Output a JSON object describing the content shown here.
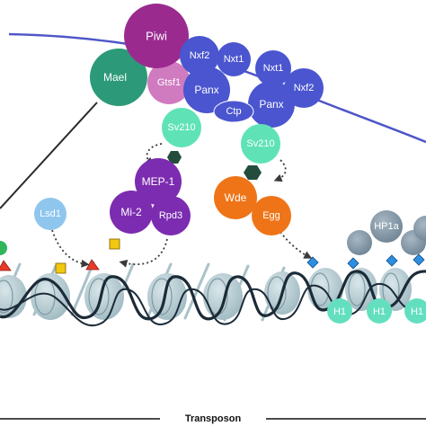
{
  "colors": {
    "piwi": "#9b2a8f",
    "mael": "#2c9a78",
    "gtsf1": "#d07bbf",
    "nxf_blue": "#4a55cf",
    "sv210": "#5fe3b6",
    "mep_purple": "#7c2cb0",
    "wde_orange": "#ef7418",
    "lsd1": "#8fc6ee",
    "hp1a": "#7f93a3",
    "h1": "#63dfbf",
    "hexagon": "#234c3c",
    "membrane": "#4e56c8",
    "nucleosome": "#a9c2c9",
    "dna": "#1c2b38",
    "mark_yellow": "#f2c811",
    "mark_red": "#e83a2a",
    "mark_blue": "#2e8fe0"
  },
  "labels": {
    "piwi": "Piwi",
    "mael": "Mael",
    "gtsf1": "Gtsf1",
    "nxf2_left": "Nxf2",
    "nxt1_left": "Nxt1",
    "panx_left": "Panx",
    "nxt1_right": "Nxt1",
    "nxf2_right": "Nxf2",
    "panx_right": "Panx",
    "ctp": "Ctp",
    "sv210_left": "Sv210",
    "sv210_right": "Sv210",
    "mep1": "MEP-1",
    "mi2": "Mi-2",
    "rpd3": "Rpd3",
    "wde": "Wde",
    "egg": "Egg",
    "lsd1": "Lsd1",
    "hp1a": "HP1a",
    "h1_a": "H1",
    "h1_b": "H1",
    "h1_c": "H1",
    "transposon": "Transposon"
  }
}
